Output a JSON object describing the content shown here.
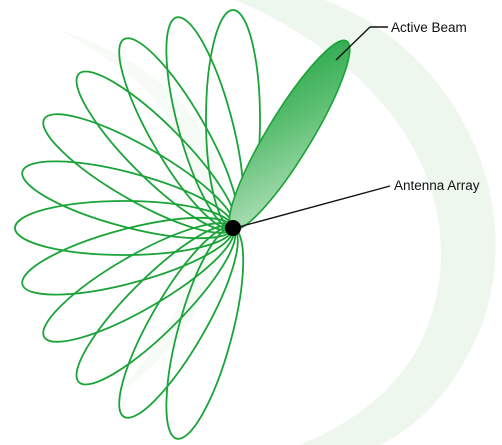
{
  "labels": {
    "active_beam": "Active Beam",
    "antenna_array": "Antenna Array"
  },
  "beam_pattern": {
    "lobe_count": 12,
    "active_lobe_index": 1
  },
  "colors": {
    "lobe_stroke": "#1aa338",
    "active_beam_fill_dark": "#0e9a35",
    "active_beam_fill_light": "#c7e8cc",
    "background_arc": "#eef7ee",
    "antenna_dot": "#000000",
    "leader_line": "#111111"
  }
}
